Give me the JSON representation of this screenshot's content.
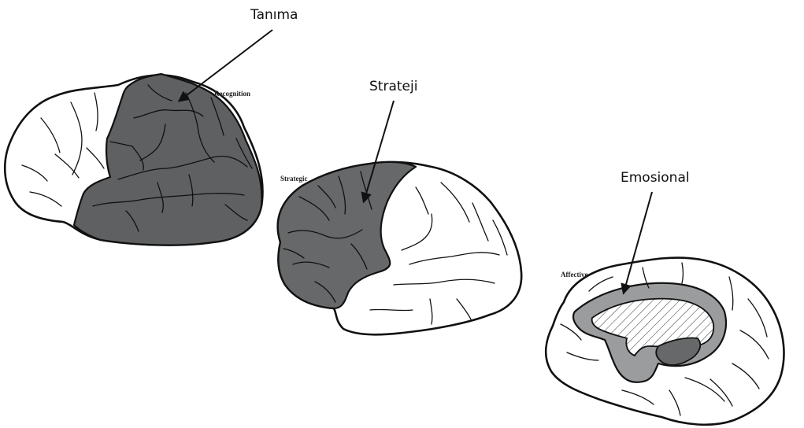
{
  "labels": {
    "tanima": "Tanıma",
    "strateji": "Strateji",
    "emosional": "Emosional"
  },
  "panel_labels": {
    "recognition": "Recognition",
    "strategic": "Strategic",
    "affective": "Affective"
  },
  "colors": {
    "recognition_region": "#5e6062",
    "strategic_region": "#666869",
    "affective_region": "#9a9c9e",
    "affective_inner": "#ffffff",
    "outline": "#111111",
    "background": "#ffffff"
  }
}
